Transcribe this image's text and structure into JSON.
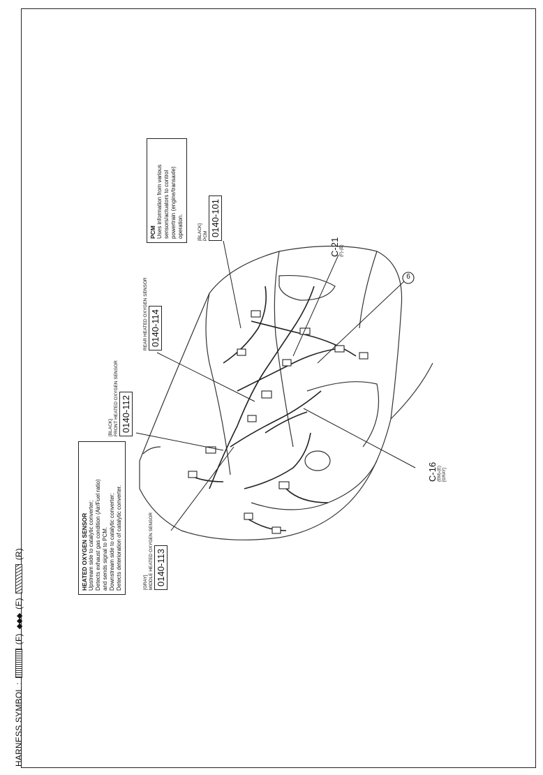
{
  "harness": {
    "prefix": "HARNESS SYMBOL :",
    "f": "(F)",
    "e_glyph": "◆◆◆",
    "e": "(E)",
    "r": "(R)"
  },
  "heated_sensor_box": {
    "title": "HEATED OXYGEN SENSOR",
    "line1": "Upstream side to catalytic converter;",
    "line2": "Detects exhaust gas condition (Air/Fuel ratio)",
    "line3": "and sends signal to PCM.",
    "line4": "Downstream side to catalytic converter;",
    "line5": "Detects deterioration of catalytic converter."
  },
  "pcm_box": {
    "title": "PCM",
    "line1": "Uses information from various",
    "line2": "sensors/actuators to control",
    "line3": "powertrain (engine/transaxle)",
    "line4": "operation."
  },
  "connectors": {
    "c113": {
      "color": "[GRAY]",
      "name": "MIDDLE HEATED OXYGEN SENSOR",
      "code": "0140-113"
    },
    "c112": {
      "color": "[BLACK]",
      "name": "FRONT HEATED OXYGEN SENSOR",
      "code": "0140-112"
    },
    "c114": {
      "name": "REAR HEATED OXYGEN SENSOR",
      "code": "0140-114"
    },
    "c101": {
      "color": "[BLACK]",
      "name": "PCM",
      "code": "0140-101"
    }
  },
  "joints": {
    "c21": {
      "name": "C-21",
      "sub": "(F)-(E)"
    },
    "c16": {
      "name": "C-16",
      "sub1": "(EM)-(E)",
      "sub2": "[GRAY]"
    },
    "six": "6"
  }
}
